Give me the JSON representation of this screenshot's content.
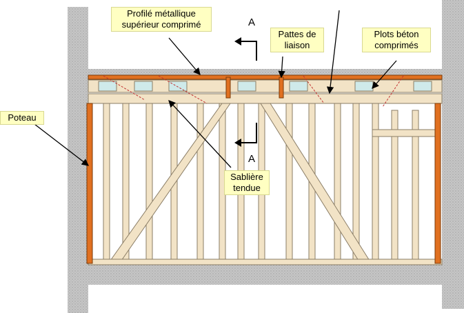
{
  "labels": {
    "profile": "Profilé métallique supérieur comprimé",
    "pattes": "Pattes de liaison",
    "plots": "Plots béton comprimés",
    "poteau": "Poteau",
    "sabliere": "Sablière tendue"
  },
  "section": {
    "top": "A",
    "bottom": "A"
  },
  "colors": {
    "wall": "#c8c8c8",
    "wood": "#f2e3c6",
    "wood_edge": "#8a7d66",
    "steel": "#e07020",
    "concrete": "#cfeaea",
    "callout": "#ffffc2"
  },
  "icons": [
    "section-arrow-icon"
  ]
}
